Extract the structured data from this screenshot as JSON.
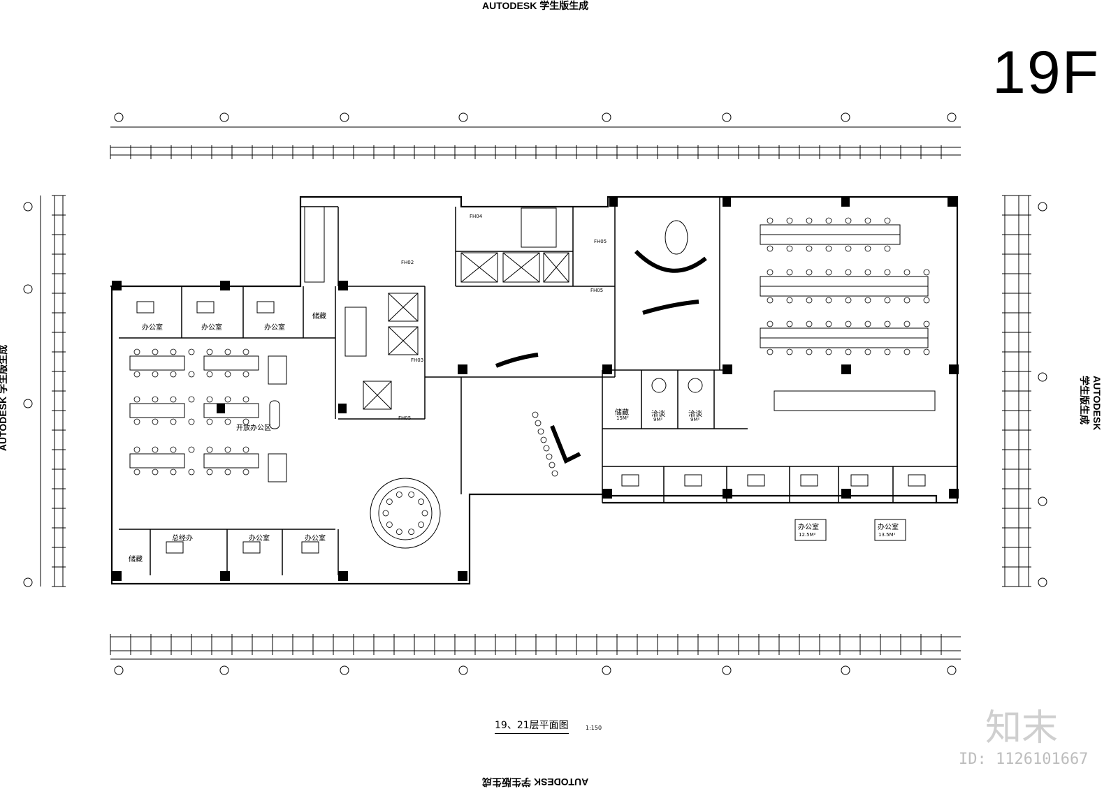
{
  "header_text": "AUTODESK 学生版生成",
  "floor_label": "19F",
  "drawing_title": "19、21层平面图",
  "drawing_scale": "1:150",
  "watermark": {
    "brand": "知末",
    "id": "ID: 1126101667"
  },
  "rooms": {
    "office": "办公室",
    "storage": "储藏",
    "gm_office": "总经办",
    "open_office": "开放办公区",
    "meeting": "洽谈",
    "area_9m": "9M²",
    "area_15m": "15M²",
    "area_12_5": "12.5M²",
    "area_13_5": "13.5M²"
  },
  "fire_hydrants": [
    "FH05",
    "FH03",
    "FH02",
    "FH04",
    "FH05",
    "FH05"
  ],
  "colors": {
    "line": "#000000",
    "background": "#ffffff",
    "watermark": "#cfcfcf"
  }
}
